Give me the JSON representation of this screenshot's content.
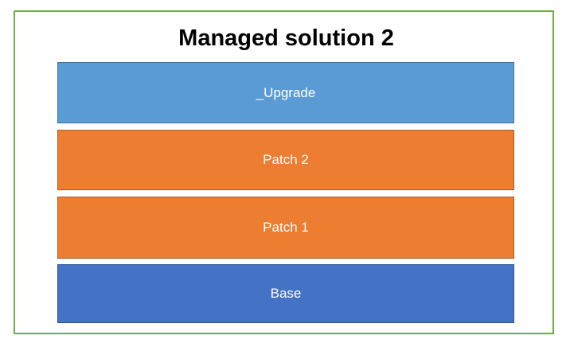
{
  "diagram": {
    "title": "Managed solution 2",
    "frame_border_color": "#70AD47",
    "label_text_color": "#FFFFFF",
    "title_color": "#000000",
    "layers": [
      {
        "label": "_Upgrade",
        "fill": "#5B9BD5",
        "border": "#41719C"
      },
      {
        "label": "Patch 2",
        "fill": "#ED7D31",
        "border": "#AE5A21"
      },
      {
        "label": "Patch 1",
        "fill": "#ED7D31",
        "border": "#AE5A21"
      },
      {
        "label": "Base",
        "fill": "#4472C4",
        "border": "#2F528F"
      }
    ]
  }
}
